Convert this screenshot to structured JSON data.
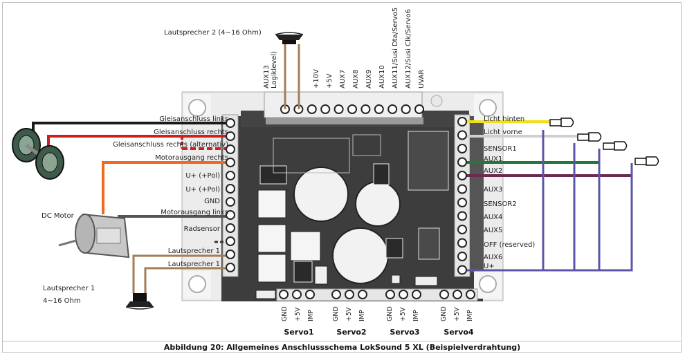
{
  "caption": "Abbildung 20: Allgemeines Anschlussschema LokSound 5 XL (Beispielverdrahtung)",
  "speaker2_label": "Lautsprecher 2 (4~16 Ohm)",
  "speaker1_label_line1": "Lautsprecher 1",
  "speaker1_label_line2": "4~16 Ohm",
  "dc_motor_label": "DC Motor",
  "top_pins": [
    "AUX13",
    "Logiklevel)",
    "+10V",
    "+5V",
    "AUX7",
    "AUX8",
    "AUX9",
    "AUX10",
    "AUX11/Susi Dta/Servo5",
    "AUX12/Susi Clk/Servo6",
    "UVAR"
  ],
  "left_pins": [
    "Gleisanschluss links",
    "Gleisanschluss  rechts",
    "Gleisanschluss rechts (alternativ)",
    "Motorausgang rechts",
    "U+ (+Pol)",
    "U+ (+Pol)",
    "GND",
    "Motorausgang links",
    "Radsensor",
    "Lautsprecher 1",
    "Lautsprecher 1"
  ],
  "right_pins": [
    "Licht hinten",
    "Licht vorne",
    "SENSOR1",
    "AUX1",
    "AUX2",
    "AUX3",
    "SENSOR2",
    "AUX4",
    "AUX5",
    "OFF (reserved)",
    "AUX6",
    "U+"
  ],
  "servo_pin_labels": [
    "GND",
    "+5V",
    "IMP"
  ],
  "servos": [
    "Servo1",
    "Servo2",
    "Servo3",
    "Servo4"
  ]
}
